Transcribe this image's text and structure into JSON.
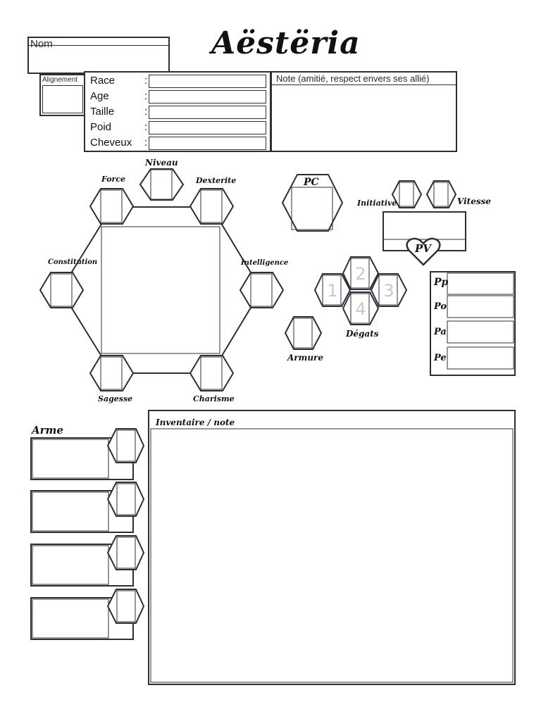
{
  "title": "Aëstëria",
  "identity": {
    "name_label": "Nom",
    "alignment_label": "Alignement",
    "fields": [
      {
        "label": "Race",
        "sep": ":"
      },
      {
        "label": "Age",
        "sep": ":"
      },
      {
        "label": "Taille",
        "sep": ":"
      },
      {
        "label": "Poid",
        "sep": ":"
      },
      {
        "label": "Cheveux",
        "sep": ":"
      }
    ],
    "note_label": "Note (amitié, respect envers ses allié)"
  },
  "stats": {
    "niveau": "Niveau",
    "force": "Force",
    "dexterite": "Dexterite",
    "constitution": "Constitution",
    "intelligence": "Intelligence",
    "sagesse": "Sagesse",
    "charisme": "Charisme"
  },
  "combat": {
    "pc": "PC",
    "initiative": "Initiative",
    "vitesse": "Vitesse",
    "pv": "PV",
    "degats": "Dégats",
    "armure": "Armure",
    "dice": [
      "1",
      "2",
      "3",
      "4"
    ]
  },
  "coins": [
    "Pp",
    "Po",
    "Pa",
    "Pe"
  ],
  "weapons_label": "Arme",
  "inventory_label": "Inventaire / note"
}
